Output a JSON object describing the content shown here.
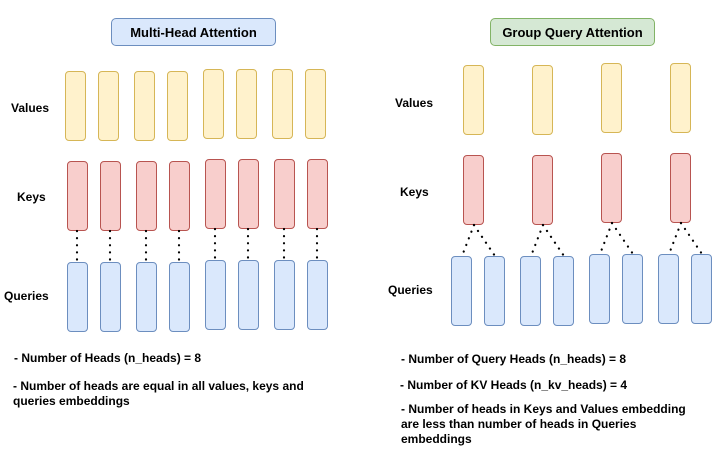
{
  "left_panel": {
    "title": "Multi-Head Attention",
    "labels": {
      "values": "Values",
      "keys": "Keys",
      "queries": "Queries"
    },
    "n_value_heads": 8,
    "n_key_heads": 8,
    "n_query_heads": 8,
    "notes": [
      "- Number of Heads (n_heads) = 8",
      "- Number of heads are equal in all values, keys and queries embeddings"
    ]
  },
  "right_panel": {
    "title": "Group Query Attention",
    "labels": {
      "values": "Values",
      "keys": "Keys",
      "queries": "Queries"
    },
    "n_value_heads": 4,
    "n_key_heads": 4,
    "n_query_heads": 8,
    "notes": [
      "- Number of Query Heads (n_heads) = 8",
      "- Number of KV Heads (n_kv_heads) = 4",
      "- Number of heads in Keys and Values embedding are less than number of heads in Queries embeddings"
    ]
  },
  "colors": {
    "values_fill": "#fff2cc",
    "values_stroke": "#d6b656",
    "keys_fill": "#f8cecc",
    "keys_stroke": "#b85450",
    "queries_fill": "#dae8fc",
    "queries_stroke": "#6c8ebf",
    "mha_title_fill": "#dae8fc",
    "gqa_title_fill": "#d5e8d4"
  }
}
